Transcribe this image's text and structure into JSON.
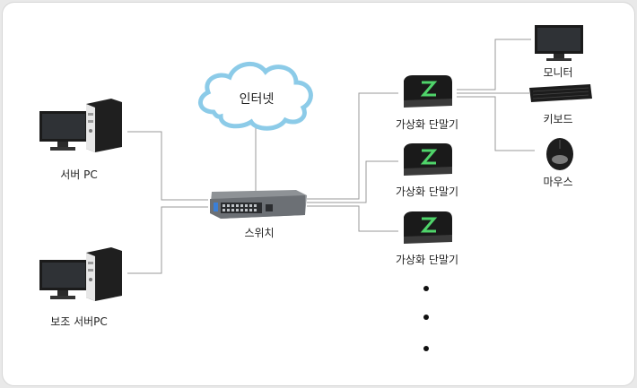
{
  "labels": {
    "internet": "인터넷",
    "switch": "스위치",
    "main_server": "서버 PC",
    "backup_server": "보조 서버PC",
    "thin_client": "가상화 단말기",
    "monitor": "모니터",
    "keyboard": "키보드",
    "mouse": "마우스"
  },
  "icons": {
    "cloud": "cloud-icon",
    "switch": "network-switch-icon",
    "server": "desktop-pc-icon",
    "thin_client": "thin-client-terminal-icon",
    "monitor": "monitor-icon",
    "keyboard": "keyboard-icon",
    "mouse": "mouse-icon"
  },
  "colors": {
    "cloud_fill": "#ffffff",
    "cloud_stroke": "#8ccbe8",
    "thin_client_accent": "#4fd46a",
    "line": "#9a9a9a"
  }
}
